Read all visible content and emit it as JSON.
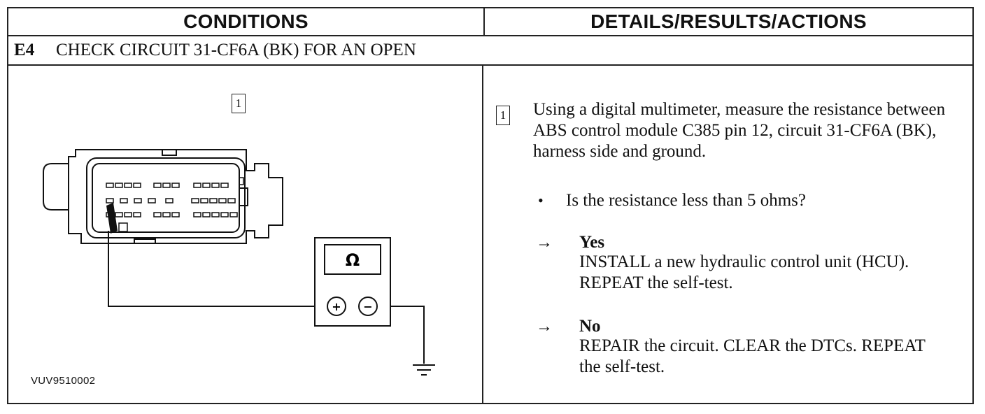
{
  "header": {
    "conditions": "CONDITIONS",
    "details": "DETAILS/RESULTS/ACTIONS"
  },
  "step": {
    "id": "E4",
    "title": "CHECK CIRCUIT 31-CF6A (BK) FOR AN OPEN"
  },
  "figure": {
    "callout": "1",
    "meter_symbol": "Ω",
    "plus": "+",
    "minus": "−",
    "figure_id": "VUV9510002",
    "icons": [
      "connector-icon",
      "multimeter-icon",
      "ground-icon"
    ]
  },
  "details": {
    "callout": "1",
    "instruction": "Using a digital multimeter, measure the resistance between ABS control module C385 pin 12, circuit 31-CF6A (BK), harness side and ground.",
    "question": "Is the resistance less than 5 ohms?",
    "bullet": "•",
    "arrow": "→",
    "yes_label": "Yes",
    "yes_action": "INSTALL a new hydraulic control unit (HCU). REPEAT the self-test.",
    "no_label": "No",
    "no_action": "REPAIR the circuit. CLEAR the DTCs. REPEAT the self-test."
  }
}
